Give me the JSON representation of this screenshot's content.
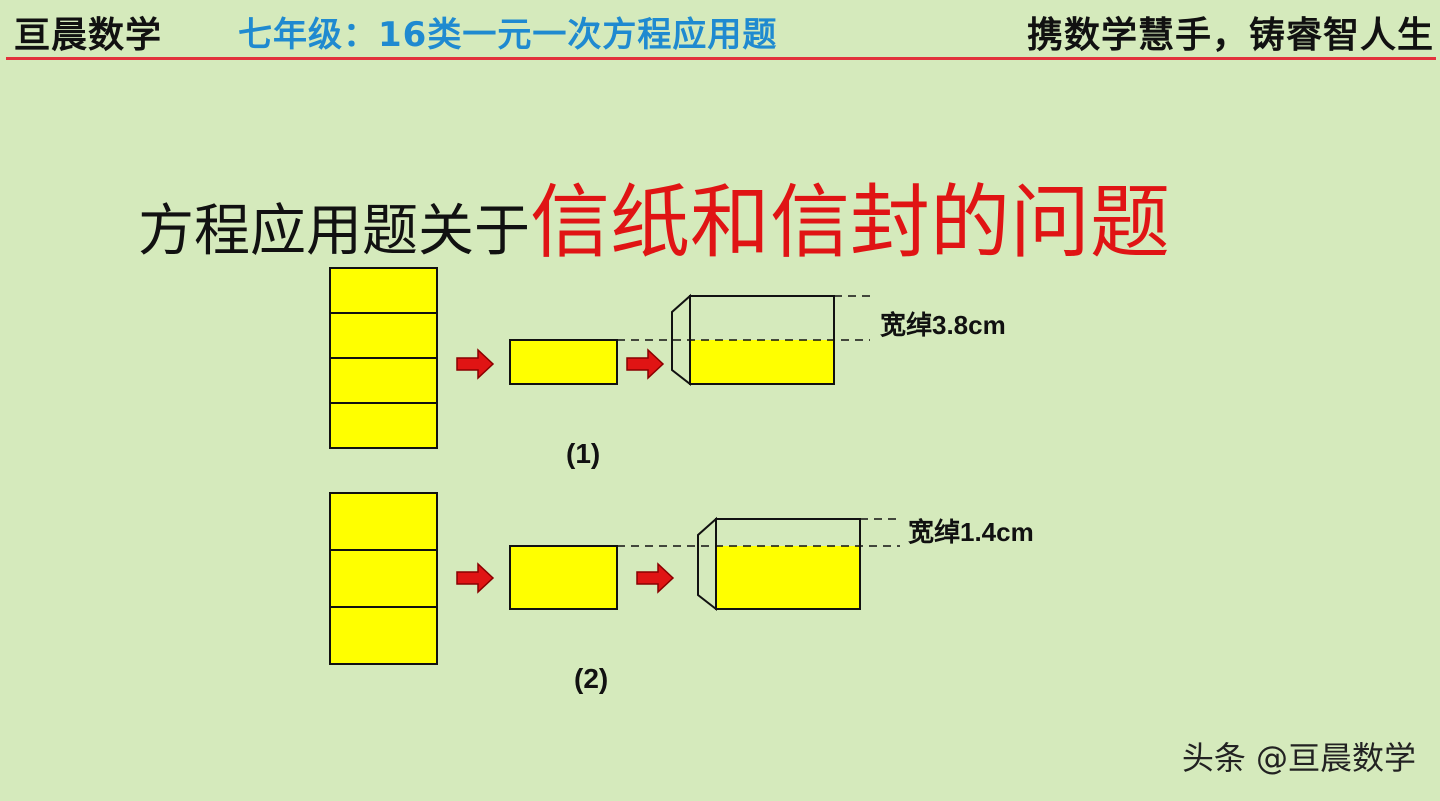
{
  "header": {
    "brand": "亘晨数学",
    "subtitle": "七年级：16类一元一次方程应用题",
    "slogan": "携数学慧手，铸睿智人生"
  },
  "title": {
    "prefix": "方程应用题关于",
    "highlight": "信纸和信封的问题"
  },
  "diagram": {
    "case1": {
      "label": "(1)",
      "margin_label": "宽绰3.8cm",
      "folds": 4
    },
    "case2": {
      "label": "(2)",
      "margin_label": "宽绰1.4cm",
      "folds": 3
    }
  },
  "watermark": "头条 @亘晨数学",
  "colors": {
    "background": "#d5eabc",
    "paper_fill": "#ffff00",
    "arrow": "#e01414",
    "title_red": "#e01414",
    "subtitle_blue": "#1f8ad0",
    "rule": "#e2323c"
  }
}
